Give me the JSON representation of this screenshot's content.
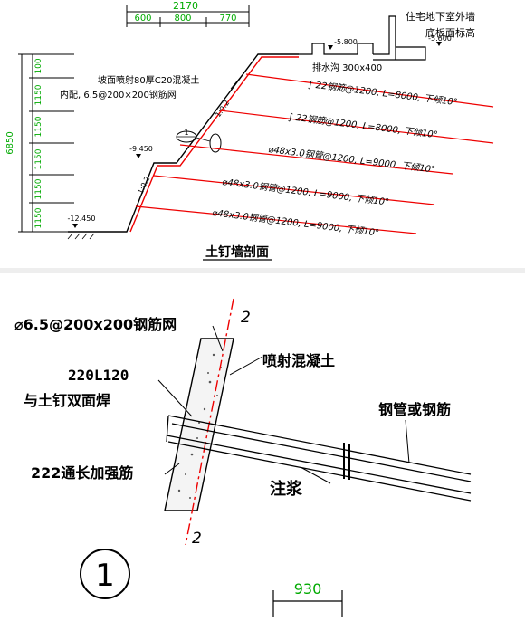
{
  "colors": {
    "line": "#000000",
    "reinforcement": "#ee0000",
    "dimension": "#00aa00",
    "caption": "#000000"
  },
  "section": {
    "top_dims": {
      "total": "2170",
      "parts": [
        "600",
        "800",
        "770"
      ]
    },
    "left_dims": {
      "total": "6850",
      "parts": [
        "100",
        "1150",
        "1150",
        "1150",
        "1150",
        "1150"
      ]
    },
    "building_note": {
      "line1": "住宅地下室外墙",
      "line2": "底板面标高"
    },
    "elevations": {
      "ground": "-5.800",
      "floor": "-5.600",
      "mid": "-9.450",
      "bottom": "-12.450"
    },
    "drain_label": "排水沟  300x400",
    "shotcrete_note": {
      "line1": "坡面喷射80厚C20混凝土",
      "line2": "内配, 6.5@200×200钢筋网"
    },
    "slope_labels": [
      "1:0.2",
      "1:0.2"
    ],
    "detail_marker": "1",
    "nails": [
      "∫ 22钢筋@1200, L=8000, 下倾10°",
      "∫ 22钢筋@1200, L=8000, 下倾10°",
      "⌀48x3.0钢管@1200, L=9000, 下倾10°",
      "⌀48x3.0钢管@1200, L=9000, 下倾10°",
      "⌀48x3.0钢管@1200, L=9000, 下倾10°"
    ],
    "caption": "土钉墙剖面"
  },
  "detail": {
    "mesh_label": "⌀6.5@200x200钢筋网",
    "shotcrete_label": "喷射混凝土",
    "angle_label_line1": "220L120",
    "angle_label_line2": "与土钉双面焊",
    "bar_label": "钢管或钢筋",
    "stiffener_label": "222通长加强筋",
    "grout_label": "注浆",
    "section_mark_top": "2",
    "section_mark_bottom": "2",
    "marker": "1",
    "dim_value": "930"
  }
}
